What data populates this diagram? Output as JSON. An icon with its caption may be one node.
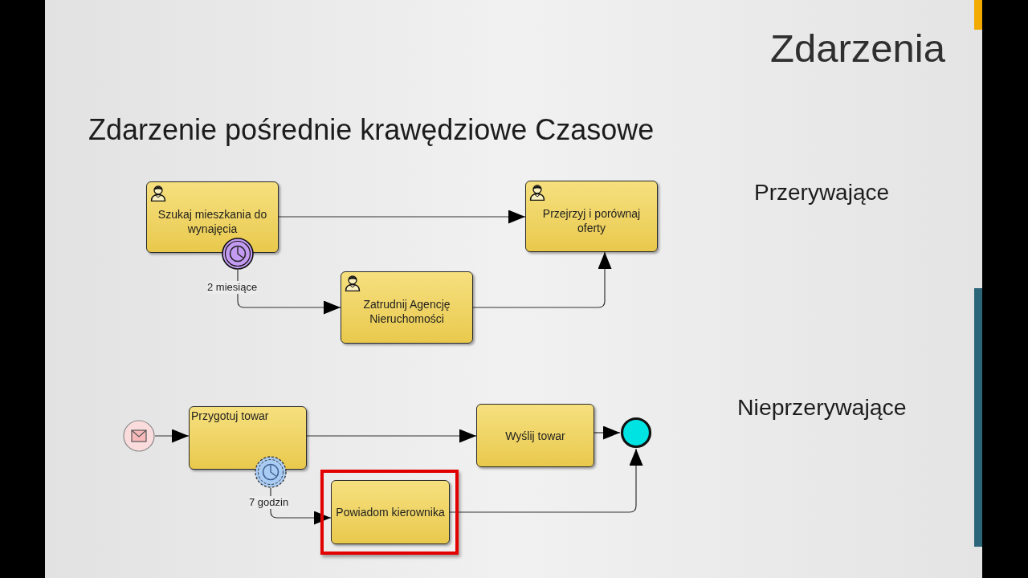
{
  "diagram": {
    "title": "Zdarzenia",
    "nodes": [
      {
        "text": [
          "Szukaj mieszkania do wynajęcia"
        ]
      },
      {
        "text": [],
        "shape": "circle",
        "beside": [
          "2 miesiące"
        ]
      },
      {
        "text": [
          "Przejrzyj i porównaj oferty"
        ]
      },
      {
        "text": [
          "Zatrudnij Agencję Nieruchomości"
        ]
      },
      {
        "text": [],
        "shape": "circle"
      },
      {
        "text": [
          "Przygotuj towar"
        ]
      },
      {
        "text": [],
        "shape": "circle",
        "beside": [
          "7 godzin"
        ]
      },
      {
        "text": [
          "Wyślij towar"
        ]
      },
      {
        "text": [],
        "shape": "circle"
      },
      {
        "text": [],
        "shape": "box"
      },
      {
        "text": [
          "Powiadom kierownika"
        ],
        "in": 9
      }
    ],
    "edges": [
      {
        "from": 0,
        "to": 2,
        "arrow": "to"
      },
      {
        "from": 1,
        "to": 3,
        "arrow": "to"
      },
      {
        "from": 3,
        "to": 2,
        "arrow": "to"
      },
      {
        "from": 4,
        "to": 5,
        "arrow": "to"
      },
      {
        "from": 5,
        "to": 7,
        "arrow": "to"
      },
      {
        "from": 7,
        "to": 8,
        "arrow": "to"
      },
      {
        "from": 6,
        "to": 10,
        "arrow": "to"
      },
      {
        "from": 10,
        "to": 8,
        "arrow": "to"
      }
    ],
    "labels": [
      "Zdarzenie pośrednie krawędziowe Czasowe",
      "Przerywające",
      "Nieprzerywające"
    ]
  }
}
